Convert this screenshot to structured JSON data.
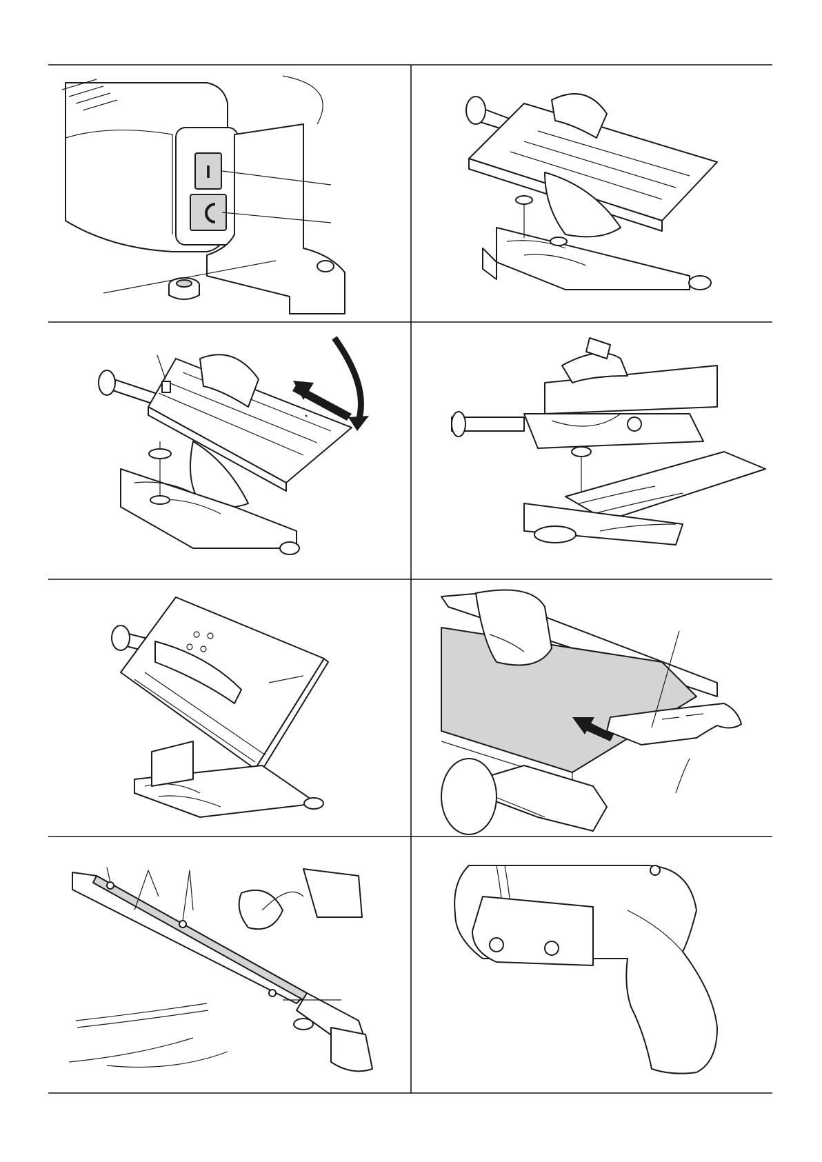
{
  "document": {
    "type": "illustration-sheet",
    "panels": [
      {
        "name": "switch-detail"
      },
      {
        "name": "saw-table-mode"
      },
      {
        "name": "saw-flip-table"
      },
      {
        "name": "saw-side-view"
      },
      {
        "name": "table-raised"
      },
      {
        "name": "push-stick-cut"
      },
      {
        "name": "fence-adjust"
      },
      {
        "name": "dust-adapter"
      }
    ],
    "switch_labels": {
      "on": "I"
    },
    "colors": {
      "ink": "#1a1a1a",
      "shade": "#d4d4d4",
      "paper": "#ffffff"
    }
  }
}
